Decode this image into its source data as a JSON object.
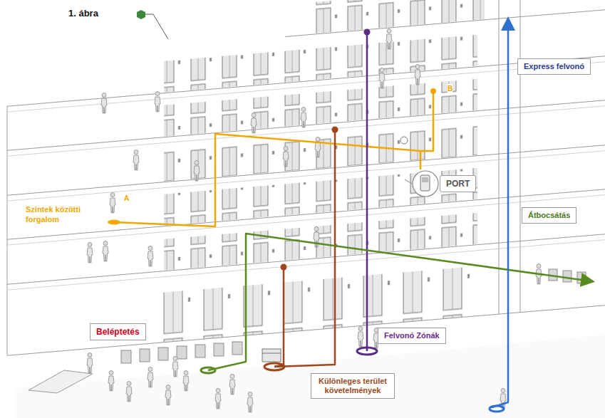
{
  "diagram": {
    "title": "1. ábra",
    "nodes": [
      {
        "text": [
          "Express felvonó"
        ]
      },
      {
        "text": [
          "PORT"
        ]
      },
      {
        "text": [
          "Átbocsátás"
        ]
      },
      {
        "text": [
          "Beléptetés"
        ]
      },
      {
        "text": [
          "Felvonó Zónák"
        ]
      },
      {
        "text": [
          "Különleges terület követelmények"
        ]
      }
    ],
    "labels": [
      "Szintek közötti forgalom",
      "A",
      "B"
    ]
  }
}
